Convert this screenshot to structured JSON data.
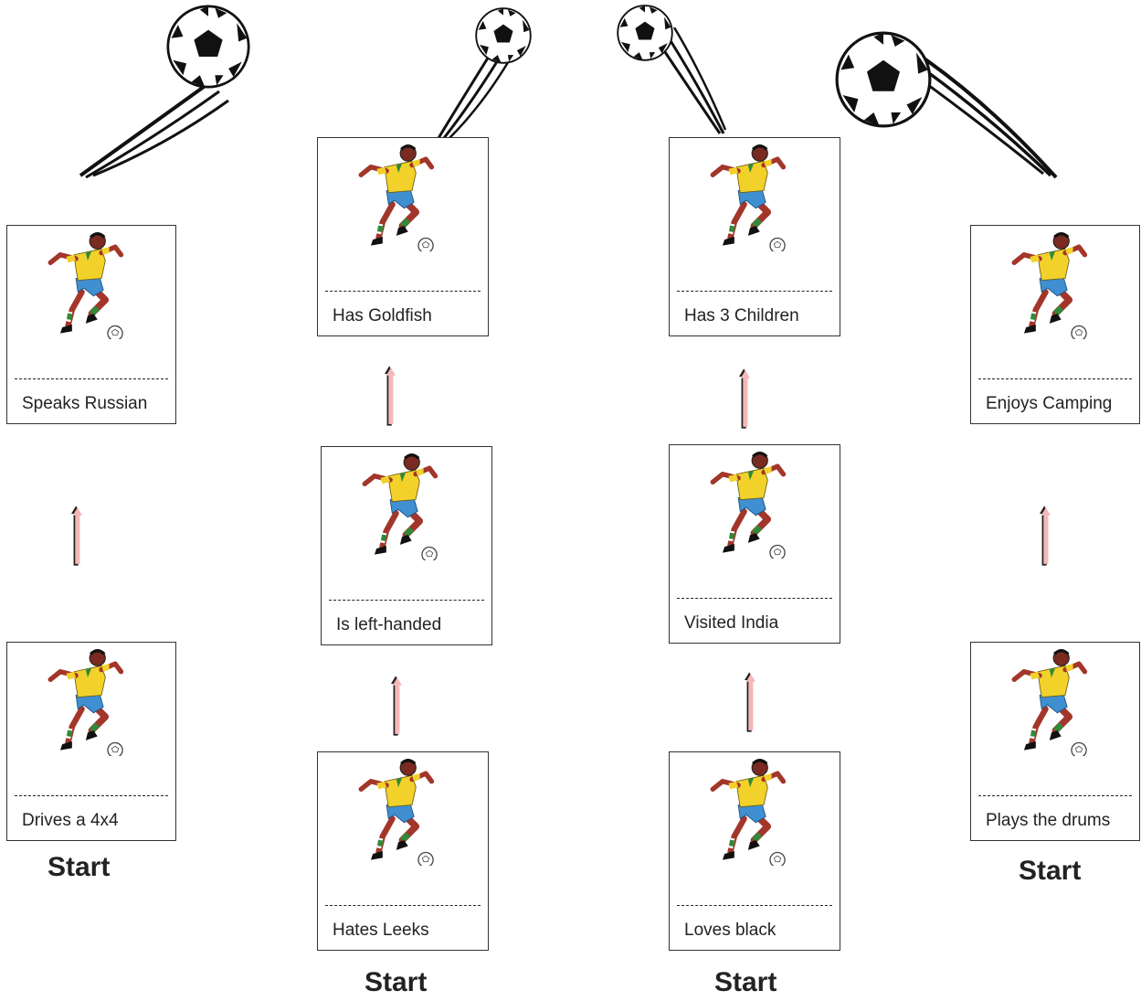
{
  "start_label": "Start",
  "columns": [
    {
      "cards": [
        {
          "label": "Speaks Russian"
        },
        {
          "label": "Drives a 4x4"
        }
      ]
    },
    {
      "cards": [
        {
          "label": "Has Goldfish"
        },
        {
          "label": "Is left-handed"
        },
        {
          "label": "Hates Leeks"
        }
      ]
    },
    {
      "cards": [
        {
          "label": "Has 3 Children"
        },
        {
          "label": "Visited India"
        },
        {
          "label": "Loves black"
        }
      ]
    },
    {
      "cards": [
        {
          "label": "Enjoys Camping"
        },
        {
          "label": "Plays the drums"
        }
      ]
    }
  ],
  "icons": {
    "player": "soccer-player-icon",
    "ball": "soccer-ball-icon",
    "arrow": "up-arrow-icon"
  },
  "colors": {
    "arrow_fill": "#f4b8b8",
    "arrow_shadow": "#222222",
    "jersey": "#f2d22a",
    "shorts": "#3f8fd1",
    "skin": "#a3362a"
  }
}
